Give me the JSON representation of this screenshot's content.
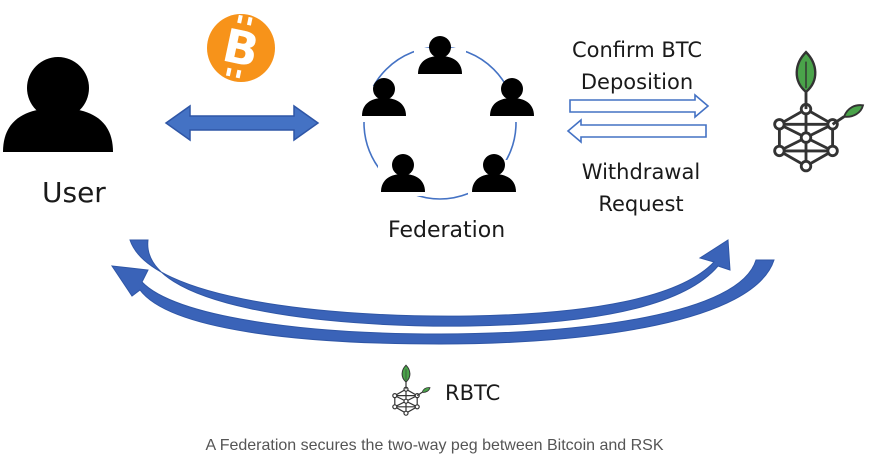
{
  "labels": {
    "user": "User",
    "federation": "Federation",
    "confirm_line1": "Confirm BTC",
    "confirm_line2": "Deposition",
    "withdraw_line1": "Withdrawal",
    "withdraw_line2": "Request",
    "rbtc": "RBTC"
  },
  "caption": "A Federation secures the two-way peg between Bitcoin and RSK",
  "icons": {
    "user": "user-silhouette-icon",
    "bitcoin": "bitcoin-logo-icon",
    "federation_member": "person-icon",
    "rsk": "rsk-logo-icon"
  },
  "colors": {
    "arrow_blue": "#4472c4",
    "arrow_dark": "#2f56a6",
    "bitcoin_orange": "#f7931a",
    "rsk_green": "#4aa34a",
    "text": "#1a1a1a",
    "caption": "#555555",
    "silhouette": "#000000"
  }
}
